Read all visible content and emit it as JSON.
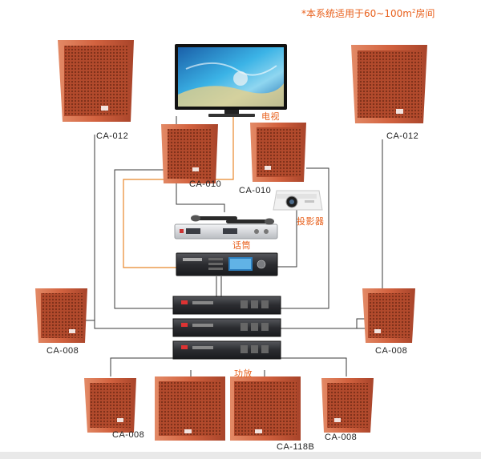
{
  "note": {
    "text": "*本系统适用于60~100",
    "unit": "m",
    "sup": "2",
    "tail": "房间"
  },
  "labels": {
    "tv": "电视",
    "projector": "投影器",
    "microphone": "话筒",
    "amplifier": "功放",
    "ca012_left": "CA-012",
    "ca012_right": "CA-012",
    "ca010_left": "CA-010",
    "ca010_right": "CA-010",
    "ca008_mid_left": "CA-008",
    "ca008_mid_right": "CA-008",
    "ca008_bottom_left": "CA-008",
    "ca008_bottom_right": "CA-008",
    "ca118b": "CA-118B"
  },
  "colors": {
    "speaker": "#d2623f",
    "speaker_dark": "#a8442a",
    "speaker_light": "#e98866",
    "wire": "#3a3a3a",
    "wire_orange": "#e8872b",
    "accent": "#e8601c",
    "rack": "#2c2d30",
    "rack_light": "#4a4c50",
    "silver": "#d7d9dc"
  }
}
